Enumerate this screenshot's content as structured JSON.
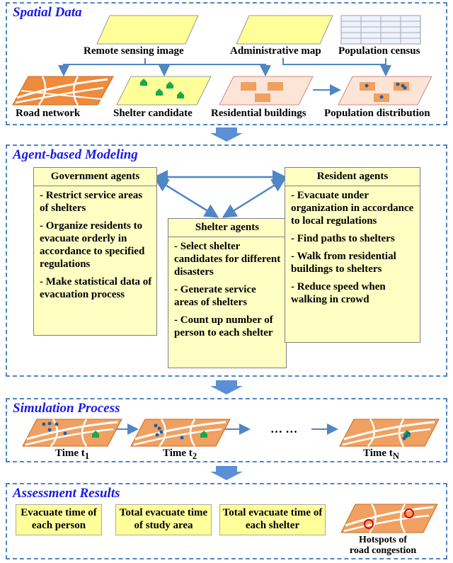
{
  "spatial": {
    "title": "Spatial Data",
    "remote_sensing": "Remote sensing image",
    "admin_map": "Administrative map",
    "population_census": "Population census",
    "road_network": "Road network",
    "shelter_candidate": "Shelter candidate",
    "residential_buildings": "Residential buildings",
    "population_distribution": "Population distribution"
  },
  "abm": {
    "title": "Agent-based Modeling",
    "government": {
      "title": "Government agents",
      "items": [
        "- Restrict service areas of shelters",
        "- Organize residents to evacuate orderly in accordance to specified regulations",
        "- Make statistical data of evacuation process"
      ]
    },
    "shelter": {
      "title": "Shelter agents",
      "items": [
        "- Select shelter candidates for different disasters",
        "- Generate service areas of shelters",
        "- Count up number of person to each shelter"
      ]
    },
    "resident": {
      "title": "Resident agents",
      "items": [
        "- Evacuate under organization in accordance to local regulations",
        "- Find paths to shelters",
        "- Walk from residential buildings to shelters",
        "- Reduce speed when walking in crowd"
      ]
    }
  },
  "sim": {
    "title": "Simulation Process",
    "time_label": "Time t",
    "t1_sub": "1",
    "t2_sub": "2",
    "tn_sub": "N",
    "ellipsis": "… …"
  },
  "assess": {
    "title": "Assessment Results",
    "r1": "Evacuate time of each person",
    "r2": "Total evacuate time of study area",
    "r3": "Total evacuate time of each shelter",
    "hotspots": "Hotspots of road congestion"
  },
  "colors": {
    "accent_blue": "#1a1ae6",
    "border_blue": "#4f86c6",
    "road_orange": "#f0a060",
    "yellow_box": "#ffffc4",
    "result_yellow": "#ffff99"
  }
}
